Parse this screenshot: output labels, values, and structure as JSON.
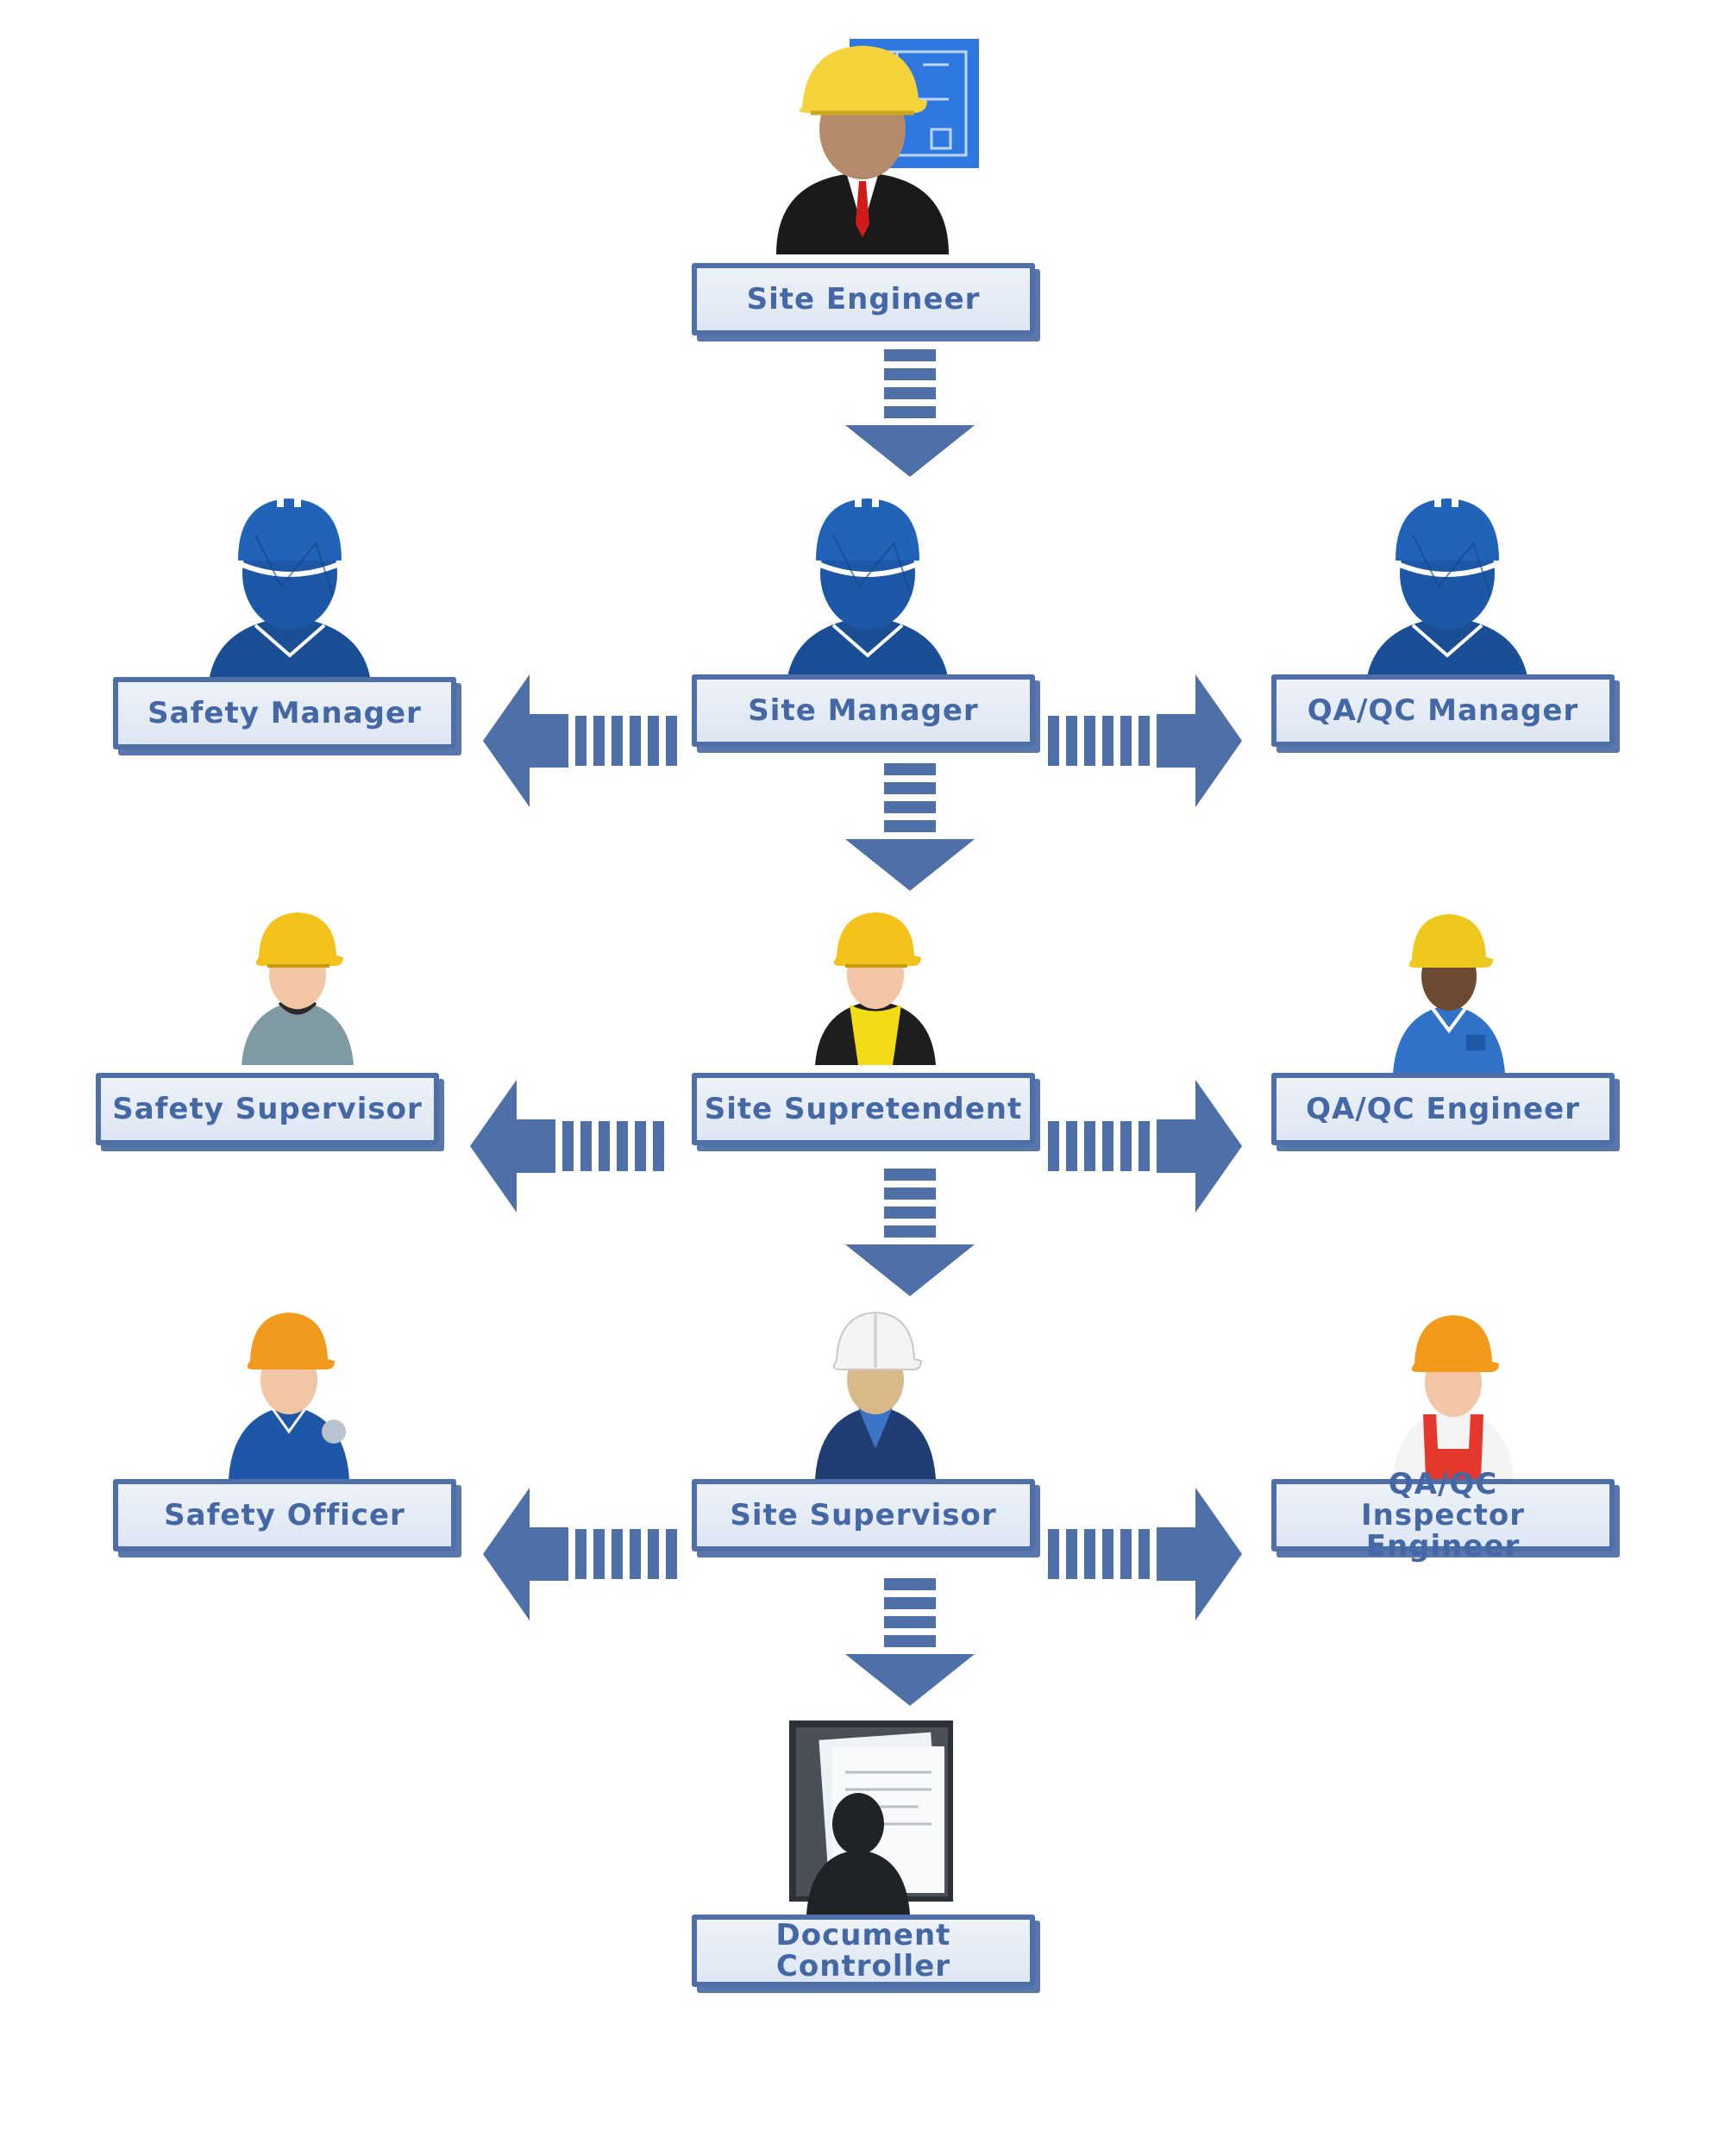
{
  "colors": {
    "arrow": "#4f6fa8",
    "box_border": "#4f6fa8",
    "label_text": "#4467a6"
  },
  "nodes": {
    "site_engineer": {
      "label": "Site Engineer",
      "icon": "engineer-with-blueprint-icon"
    },
    "site_manager": {
      "label": "Site Manager",
      "icon": "blue-worker-silhouette-icon"
    },
    "safety_manager": {
      "label": "Safety Manager",
      "icon": "blue-worker-silhouette-icon"
    },
    "qaqc_manager": {
      "label": "QA/QC Manager",
      "icon": "blue-worker-silhouette-icon"
    },
    "site_supretendent": {
      "label": "Site Supretendent",
      "icon": "worker-yellow-vest-icon"
    },
    "safety_supervisor": {
      "label": "Safety Supervisor",
      "icon": "worker-grey-shirt-icon"
    },
    "qaqc_engineer": {
      "label": "QA/QC Engineer",
      "icon": "worker-blue-shirt-icon"
    },
    "site_supervisor": {
      "label": "Site Supervisor",
      "icon": "worker-white-helmet-icon"
    },
    "safety_officer": {
      "label": "Safety Officer",
      "icon": "worker-blue-overalls-icon"
    },
    "qaqc_inspector_engineer": {
      "label": "QA/QC Inspector Engineer",
      "icon": "worker-red-overalls-icon"
    },
    "document_controller": {
      "label": "Document Controller",
      "icon": "document-folder-icon"
    }
  }
}
